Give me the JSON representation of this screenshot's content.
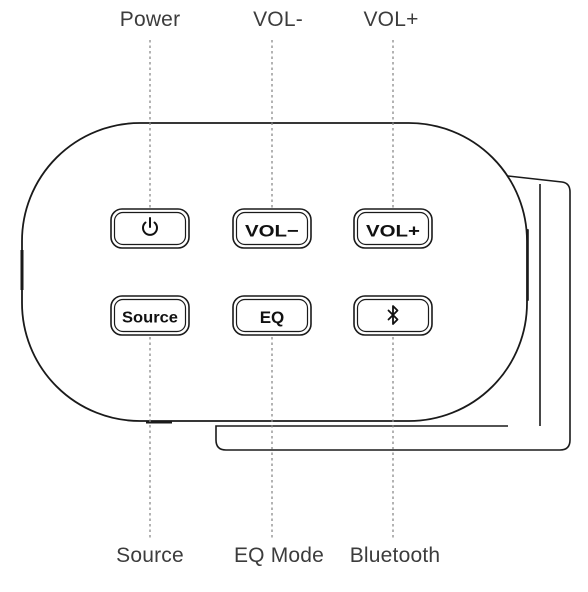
{
  "callouts": {
    "power": "Power",
    "vol_minus": "VOL-",
    "vol_plus": "VOL+",
    "source": "Source",
    "eq_mode": "EQ Mode",
    "bluetooth": "Bluetooth"
  },
  "buttons": {
    "power_icon": "power-icon",
    "vol_minus": "VOL−",
    "vol_plus": "VOL+",
    "source": "Source",
    "eq": "EQ",
    "bluetooth_icon": "bluetooth-icon"
  },
  "colors": {
    "line": "#1a1a1a",
    "leader": "#8a8a8a",
    "label_text": "#3c3c3c"
  }
}
